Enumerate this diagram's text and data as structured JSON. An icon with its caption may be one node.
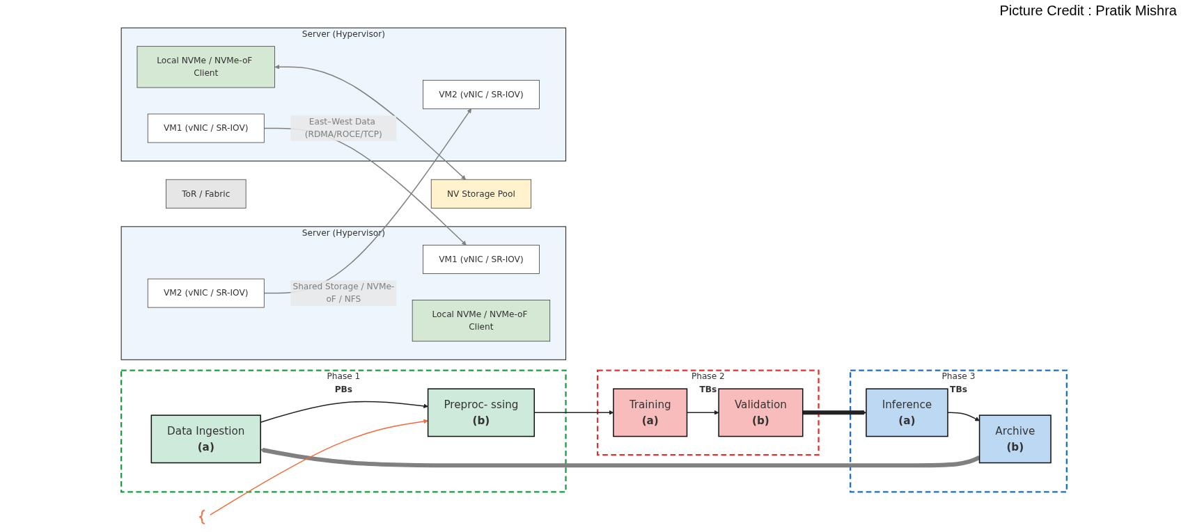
{
  "diagram": {
    "nodes": [
      {
        "text": [
          "Phase 1"
        ],
        "beside": [
          "PBs"
        ]
      },
      {
        "text": [
          "Data Ingestion",
          "(a)"
        ],
        "in": 0
      },
      {
        "text": [
          "Preproc- ssing",
          "(b)"
        ],
        "in": 0
      },
      {
        "text": [
          "Phase 2"
        ],
        "beside": [
          "TBs"
        ]
      },
      {
        "text": [
          "Training",
          "(a)"
        ],
        "in": 3
      },
      {
        "text": [
          "Validation",
          "(b)"
        ],
        "in": 3
      },
      {
        "text": [
          "Phase 3"
        ],
        "beside": [
          "TBs"
        ]
      },
      {
        "text": [
          "Inference",
          "(a)"
        ],
        "in": 6
      },
      {
        "text": [
          "Archive",
          "(b)"
        ],
        "in": 6
      },
      {
        "text": [
          "Server (Hypervisor)"
        ]
      },
      {
        "text": [
          "VM1 (vNIC / SR-IOV)"
        ],
        "in": 9
      },
      {
        "text": [
          "VM2 (vNIC / SR-IOV)"
        ],
        "in": 9
      },
      {
        "text": [
          "Local NVMe / NVMe-oF Client"
        ],
        "in": 9
      },
      {
        "text": [
          "ToR / Fabric"
        ]
      },
      {
        "text": [
          "NV Storage Pool"
        ]
      },
      {
        "text": [
          "Server (Hypervisor)"
        ]
      },
      {
        "text": [
          "VM1 (vNIC / SR-IOV)"
        ],
        "in": 15
      },
      {
        "text": [
          "VM2 (vNIC / SR-IOV)"
        ],
        "in": 15
      },
      {
        "text": [
          "Local NVMe / NVMe-oF Client"
        ],
        "in": 15
      },
      {
        "text": [],
        "shape": "bracket"
      }
    ],
    "edges": [
      {
        "from": 1,
        "to": 2,
        "arrow": "to"
      },
      {
        "from": 2,
        "to": 4,
        "arrow": "to"
      },
      {
        "from": 4,
        "to": 5,
        "arrow": "to"
      },
      {
        "from": 5,
        "to": 7,
        "arrow": "to",
        "style": "thick"
      },
      {
        "from": 7,
        "to": 8,
        "arrow": "to"
      },
      {
        "from": 8,
        "to": 1,
        "arrow": "to",
        "style": "thick",
        "color": "#808080"
      },
      {
        "from": 10,
        "to": 16,
        "arrow": "to",
        "label": "East–West Data (RDMA/ROCE/TCP)",
        "color": "#808080"
      },
      {
        "from": 17,
        "to": 11,
        "arrow": "to",
        "label": "Shared Storage / NVMe-oF / NFS",
        "color": "#808080"
      },
      {
        "from": 12,
        "to": 14,
        "arrow": "both",
        "color": "#808080"
      },
      {
        "from": 19,
        "to": 2,
        "arrow": "to",
        "color": "#f26b3a"
      }
    ],
    "labels": [
      "Picture Credit : Pratik Mishra"
    ]
  }
}
